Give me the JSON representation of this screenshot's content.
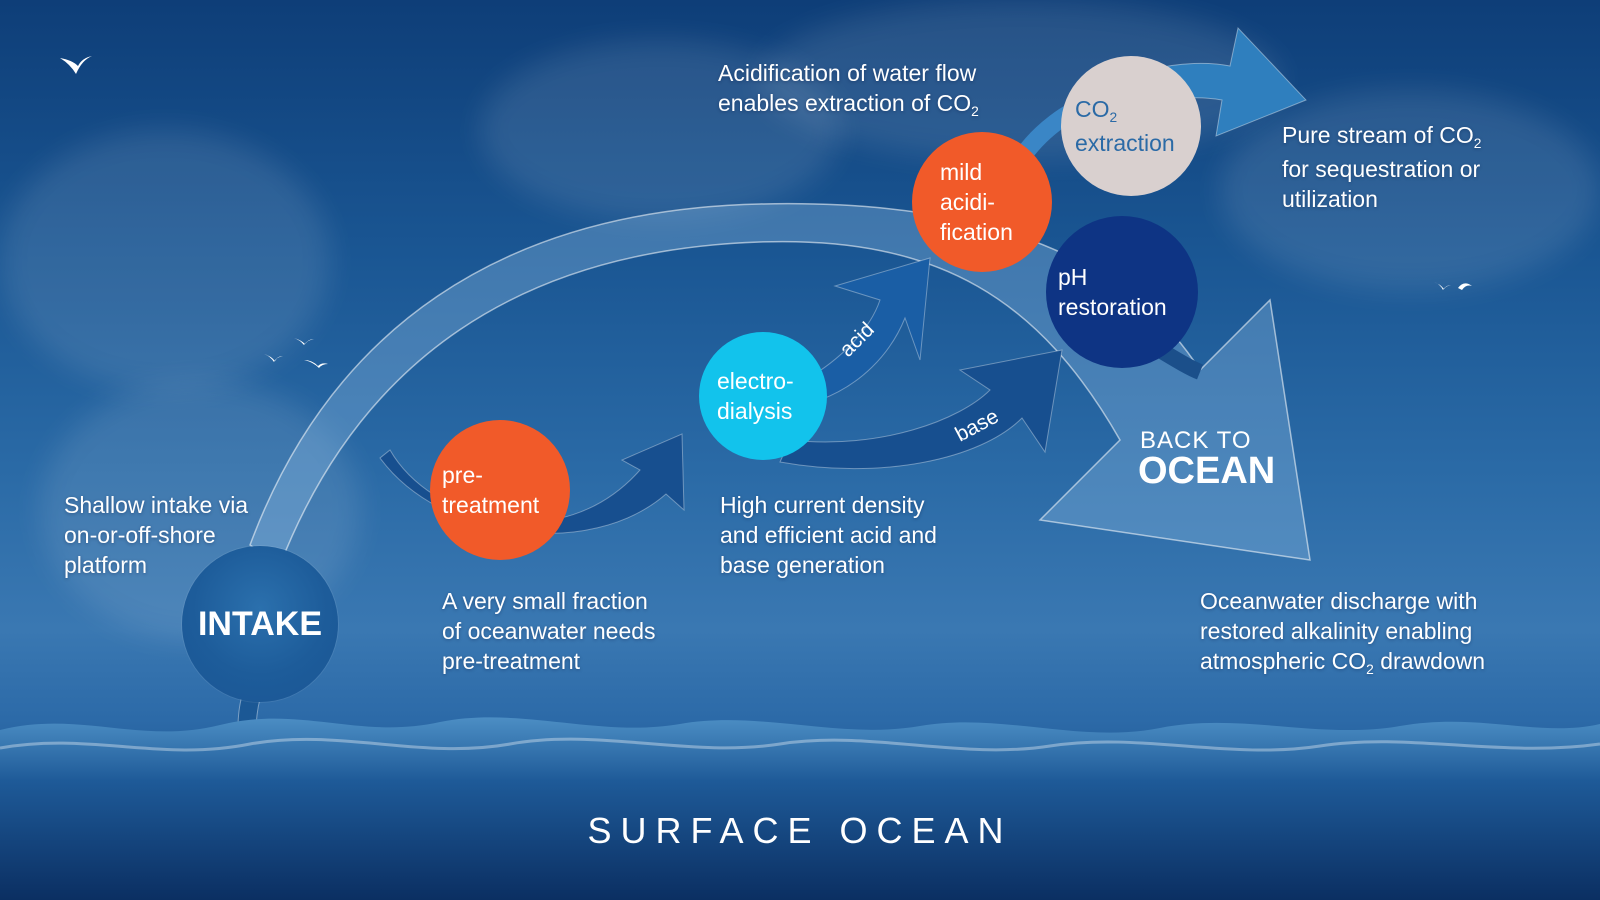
{
  "labels": {
    "intake_desc": [
      "Shallow intake via",
      "on-or-off-shore",
      "platform"
    ],
    "pretreatment_desc": [
      "A very small fraction",
      "of oceanwater needs",
      "pre-treatment"
    ],
    "electrodialysis_desc": [
      "High current density",
      "and efficient acid and",
      "base generation"
    ],
    "acidification_desc": {
      "line1": "Acidification of water flow",
      "line2_prefix": "enables extraction of CO",
      "line2_sub": "2"
    },
    "pure_stream_desc": {
      "line1_prefix": "Pure stream of CO",
      "line1_sub": "2",
      "line2": "for sequestration or",
      "line3": "utilization"
    },
    "discharge_desc": {
      "line1": "Oceanwater discharge with",
      "line2": "restored alkalinity enabling",
      "line3_prefix": "atmospheric CO",
      "line3_sub": "2",
      "line3_suffix": " drawdown"
    }
  },
  "nodes": {
    "intake": "INTAKE",
    "pretreatment": [
      "pre-",
      "treatment"
    ],
    "electrodialysis": [
      "electro-",
      "dialysis"
    ],
    "mild_acidification": [
      "mild",
      "acidi-",
      "fication"
    ],
    "co2_extraction": {
      "prefix": "CO",
      "sub": "2",
      "line2": "extraction"
    },
    "ph_restoration": [
      "pH",
      "restoration"
    ]
  },
  "pipes": {
    "acid": "acid",
    "base": "base"
  },
  "back_to_ocean": {
    "line1": "BACK TO",
    "line2": "OCEAN"
  },
  "surface_label": "SURFACE  OCEAN",
  "colors": {
    "orange": "#f15a29",
    "cyan": "#12c3ec",
    "beige": "#d9d0cf",
    "navy": "#0e3484",
    "sky": "#1a5693"
  }
}
